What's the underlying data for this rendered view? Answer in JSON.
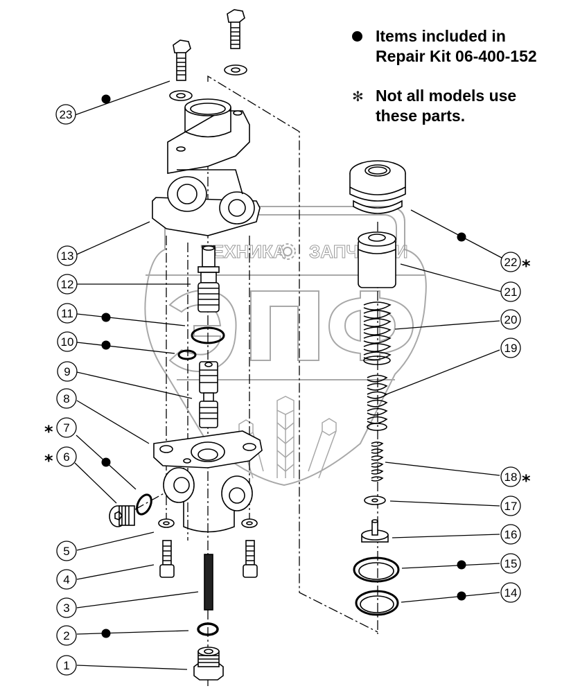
{
  "legend": {
    "kit_symbol": "filled-dot",
    "kit_text": "Items included in\nRepair Kit 06-400-152",
    "optional_symbol": "✻",
    "optional_text": "Not all models use\nthese parts."
  },
  "watermark": {
    "left_word": "ТЕХНИКА",
    "right_word": "ЗАПЧАСТИ",
    "logo_letters": "ЭПФ",
    "icon": "gear-icon"
  },
  "callouts": [
    {
      "number": "1",
      "in_repair_kit": false,
      "optional": false
    },
    {
      "number": "2",
      "in_repair_kit": true,
      "optional": false
    },
    {
      "number": "3",
      "in_repair_kit": false,
      "optional": false
    },
    {
      "number": "4",
      "in_repair_kit": false,
      "optional": false
    },
    {
      "number": "5",
      "in_repair_kit": false,
      "optional": false
    },
    {
      "number": "6",
      "in_repair_kit": false,
      "optional": true
    },
    {
      "number": "7",
      "in_repair_kit": true,
      "optional": true
    },
    {
      "number": "8",
      "in_repair_kit": false,
      "optional": false
    },
    {
      "number": "9",
      "in_repair_kit": false,
      "optional": false
    },
    {
      "number": "10",
      "in_repair_kit": true,
      "optional": false
    },
    {
      "number": "11",
      "in_repair_kit": true,
      "optional": false
    },
    {
      "number": "12",
      "in_repair_kit": false,
      "optional": false
    },
    {
      "number": "13",
      "in_repair_kit": false,
      "optional": false
    },
    {
      "number": "14",
      "in_repair_kit": true,
      "optional": false
    },
    {
      "number": "15",
      "in_repair_kit": true,
      "optional": false
    },
    {
      "number": "16",
      "in_repair_kit": false,
      "optional": false
    },
    {
      "number": "17",
      "in_repair_kit": false,
      "optional": false
    },
    {
      "number": "18",
      "in_repair_kit": false,
      "optional": true
    },
    {
      "number": "19",
      "in_repair_kit": false,
      "optional": false
    },
    {
      "number": "20",
      "in_repair_kit": false,
      "optional": false
    },
    {
      "number": "21",
      "in_repair_kit": false,
      "optional": false
    },
    {
      "number": "22",
      "in_repair_kit": true,
      "optional": true
    },
    {
      "number": "23",
      "in_repair_kit": true,
      "optional": false
    }
  ],
  "star_symbol": "*"
}
